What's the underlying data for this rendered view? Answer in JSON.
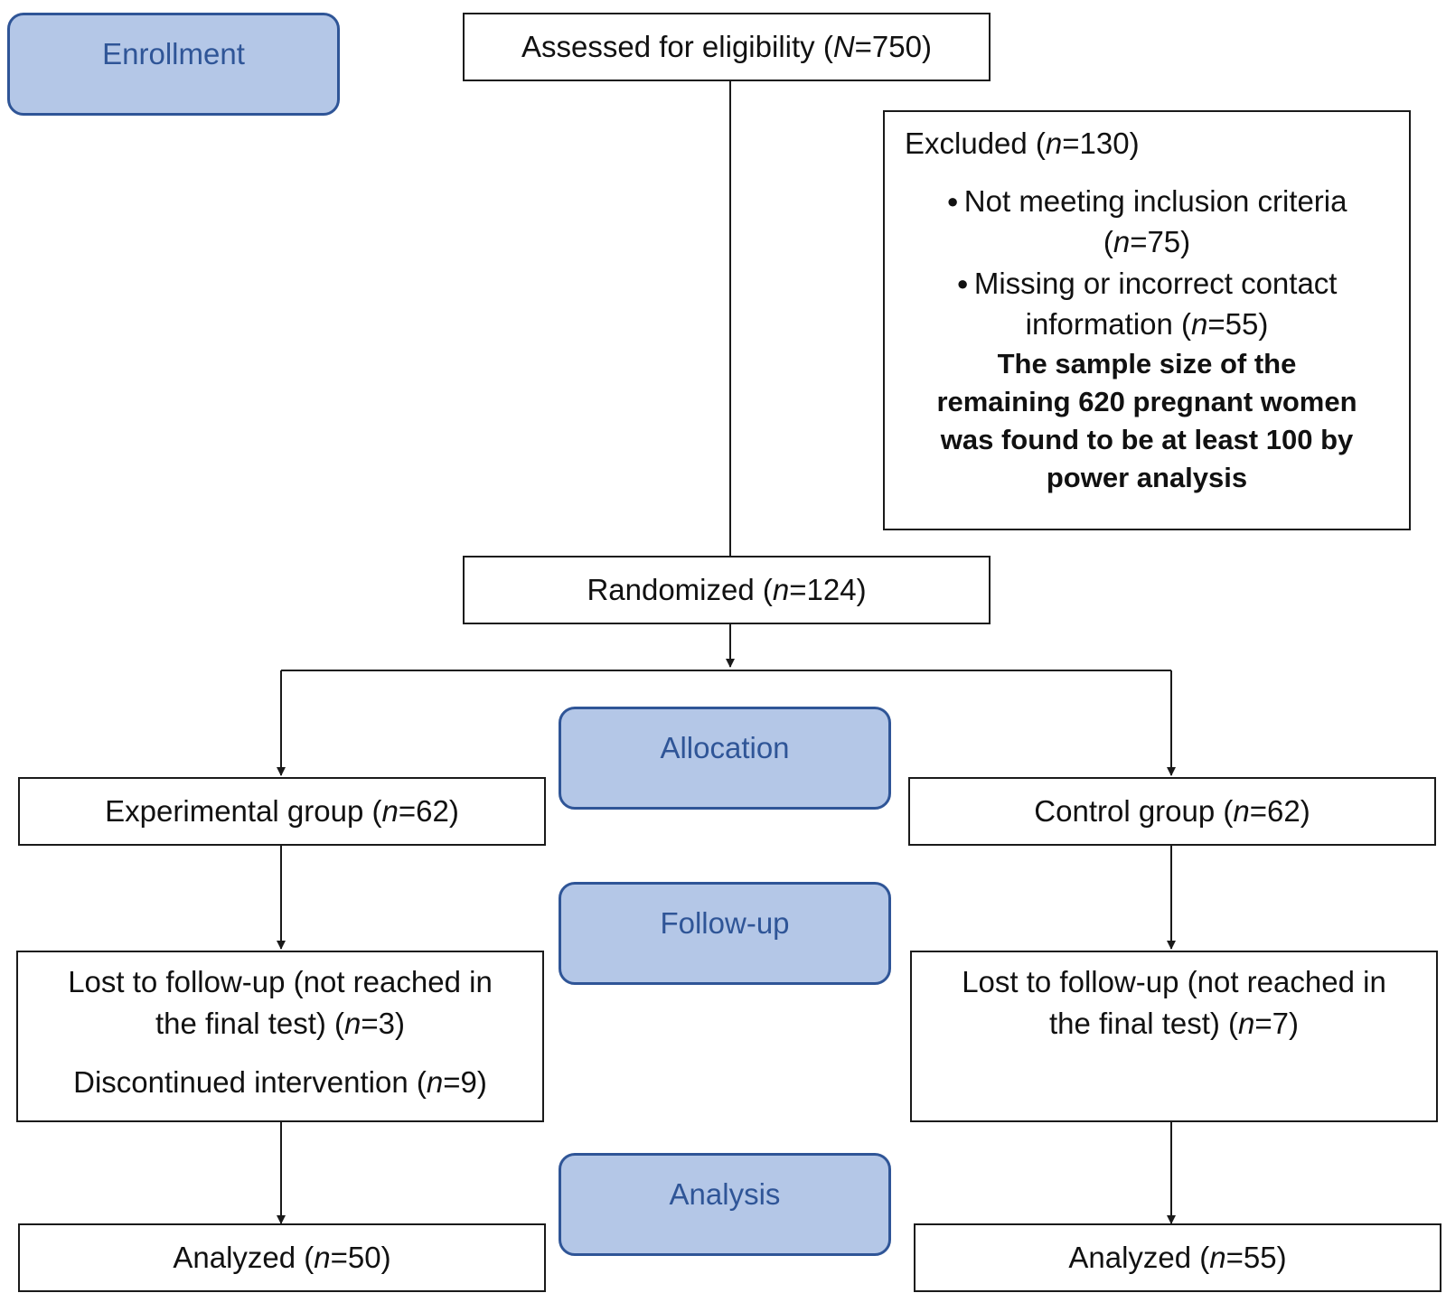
{
  "stages": {
    "enrollment": "Enrollment",
    "allocation": "Allocation",
    "follow_up": "Follow-up",
    "analysis": "Analysis"
  },
  "assessed": {
    "prefix": "Assessed for eligibility (",
    "var": "N",
    "rest": "=750)"
  },
  "excluded": {
    "heading": {
      "prefix": "Excluded (",
      "var": "n",
      "rest": "=130)"
    },
    "reason_1": {
      "text": "Not meeting inclusion criteria",
      "prefix": "(",
      "var": "n",
      "rest": "=75)"
    },
    "reason_2": {
      "text_1": "Missing or incorrect contact",
      "text_2": "information (",
      "var": "n",
      "rest": "=55)"
    },
    "note": [
      "The sample size of the",
      "remaining 620 pregnant women",
      "was found to be at least 100 by",
      "power analysis"
    ]
  },
  "randomized": {
    "prefix": "Randomized (",
    "var": "n",
    "rest": "=124)"
  },
  "experimental": {
    "group": {
      "prefix": "Experimental group (",
      "var": "n",
      "rest": "=62)"
    },
    "lost": {
      "line_1": "Lost to follow-up (not reached in",
      "prefix": "the final test) (",
      "var": "n",
      "rest": "=3)"
    },
    "discontinued": {
      "prefix": "Discontinued intervention (",
      "var": "n",
      "rest": "=9)"
    },
    "analyzed": {
      "prefix": "Analyzed (",
      "var": "n",
      "rest": "=50)"
    }
  },
  "control": {
    "group": {
      "prefix": "Control group (",
      "var": "n",
      "rest": "=62)"
    },
    "lost": {
      "line_1": "Lost to follow-up (not reached in",
      "prefix": "the final test) (",
      "var": "n",
      "rest": "=7)"
    },
    "analyzed": {
      "prefix": "Analyzed (",
      "var": "n",
      "rest": "=55)"
    }
  },
  "colors": {
    "stage_fill": "#b4c7e7",
    "stage_border": "#2f5597",
    "stage_text": "#2f5597",
    "line": "#1a1a1a"
  }
}
